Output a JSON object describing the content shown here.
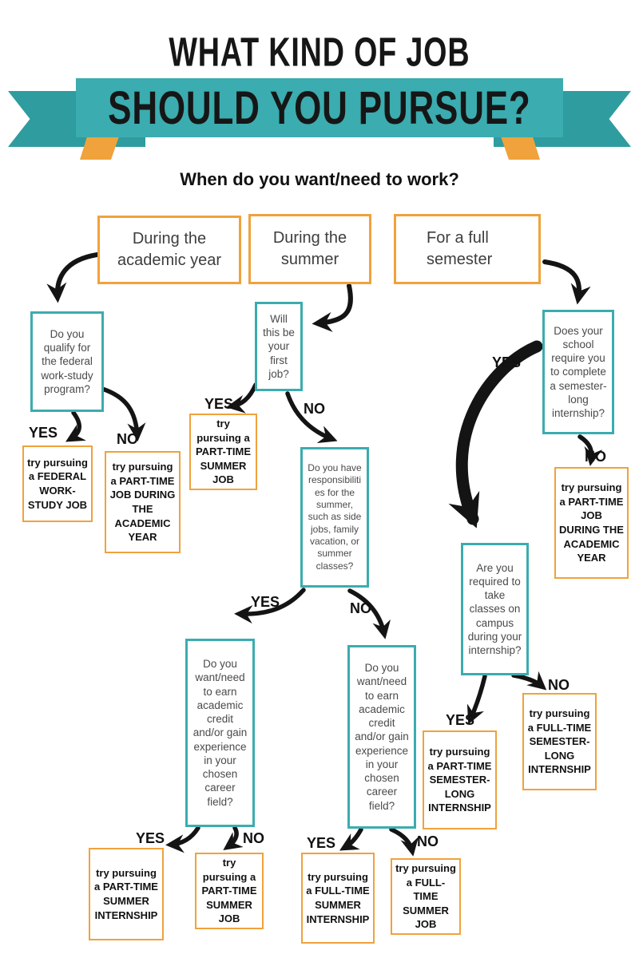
{
  "header": {
    "title_line1": "WHAT KIND OF JOB",
    "title_line2": "SHOULD YOU PURSUE?",
    "question": "When do you want/need to work?"
  },
  "options": {
    "academic_year": "During the academic year",
    "summer": "During the summer",
    "full_semester": "For a full semester"
  },
  "decisions": {
    "work_study": "Do you qualify for the federal work-study program?",
    "first_job": "Will this be your first job?",
    "school_requires": "Does your school require you to complete a semester-long internship?",
    "summer_responsibilities": "Do you have responsibilities for the summer, such as side jobs, family vacation, or summer classes?",
    "credit_yes_branch": "Do you want/need to earn academic credit and/or gain experience in your chosen career field?",
    "credit_no_branch": "Do you want/need to earn academic credit and/or gain experience in your chosen career field?",
    "campus_classes": "Are you required to take classes on campus during your internship?"
  },
  "outcomes": {
    "federal_work_study": "try pursuing a FEDERAL WORK-STUDY JOB",
    "part_time_academic_left": "try pursuing a PART-TIME JOB DURING THE ACADEMIC YEAR",
    "part_time_summer_top": "try pursuing a PART-TIME SUMMER JOB",
    "part_time_academic_right": "try pursuing a PART-TIME JOB DURING THE ACADEMIC YEAR",
    "part_time_semester_internship": "try pursuing a PART-TIME SEMESTER-LONG INTERNSHIP",
    "full_time_semester_internship": "try pursuing a FULL-TIME SEMESTER-LONG INTERNSHIP",
    "part_time_summer_internship": "try pursuing a PART-TIME SUMMER INTERNSHIP",
    "part_time_summer_job": "try pursuing a PART-TIME SUMMER JOB",
    "full_time_summer_internship": "try pursuing a FULL-TIME SUMMER INTERNSHIP",
    "full_time_summer_job": "try pursuing a FULL-TIME SUMMER JOB"
  },
  "branch_labels": {
    "yes": "YES",
    "no": "NO"
  },
  "colors": {
    "teal": "#3BACAF",
    "teal_dark": "#2F9C9F",
    "orange": "#F0A23C",
    "text_dark": "#3E3E3E",
    "arrow_black": "#141414"
  }
}
